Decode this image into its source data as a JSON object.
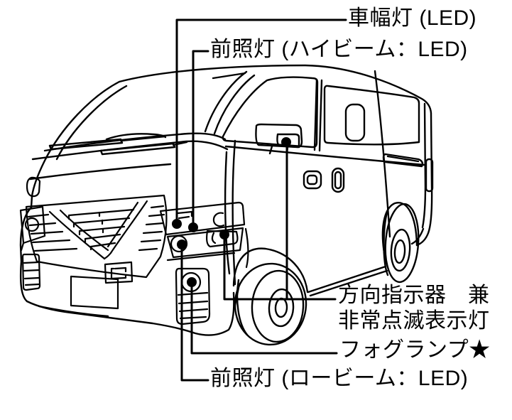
{
  "page": {
    "background": "#ffffff",
    "line_color": "#000000"
  },
  "diagram": {
    "type": "vehicle-exterior-light-locations",
    "vehicle": "cab-over van, front three-quarter line drawing",
    "labels": {
      "clearance_lamp": {
        "text": "車幅灯 (LED)"
      },
      "headlamp_high_beam": {
        "text": "前照灯 (ハイビーム：LED)"
      },
      "turn_signal_line1": {
        "text": "方向指示器　兼"
      },
      "turn_signal_line2": {
        "text": "非常点滅表示灯"
      },
      "fog_lamp": {
        "text": "フォグランプ★"
      },
      "headlamp_low_beam": {
        "text": "前照灯 (ロービーム：LED)"
      }
    },
    "callout_targets": [
      "clearance lamp in headlight cluster",
      "high beam in headlight cluster",
      "front turn signal in bumper",
      "turn signal repeater on door mirror",
      "fog lamp in front bumper",
      "low beam projector in headlight cluster"
    ]
  }
}
